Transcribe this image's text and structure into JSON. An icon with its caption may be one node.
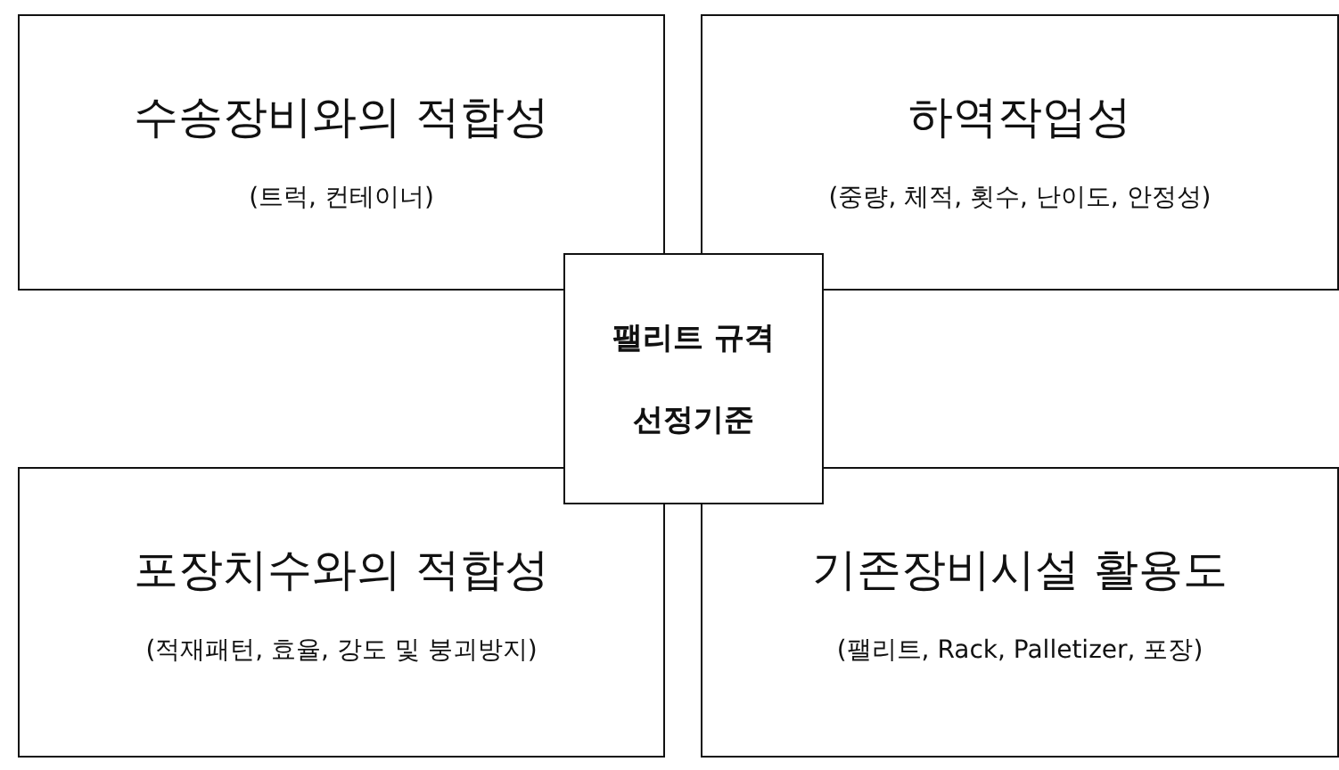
{
  "diagram": {
    "nodes": [
      {
        "text": [
          "수송장비와의 적합성",
          "(트럭, 컨테이너)"
        ]
      },
      {
        "text": [
          "하역작업성",
          "(중량, 체적, 횟수, 난이도, 안정성)"
        ]
      },
      {
        "text": [
          "팰리트 규격 선정기준"
        ]
      },
      {
        "text": [
          "포장치수와의 적합성",
          "(적재패턴, 효율, 강도 및 붕괴방지)"
        ]
      },
      {
        "text": [
          "기존장비시설 활용도",
          "(팰리트, Rack, Palletizer, 포장)"
        ]
      }
    ]
  }
}
